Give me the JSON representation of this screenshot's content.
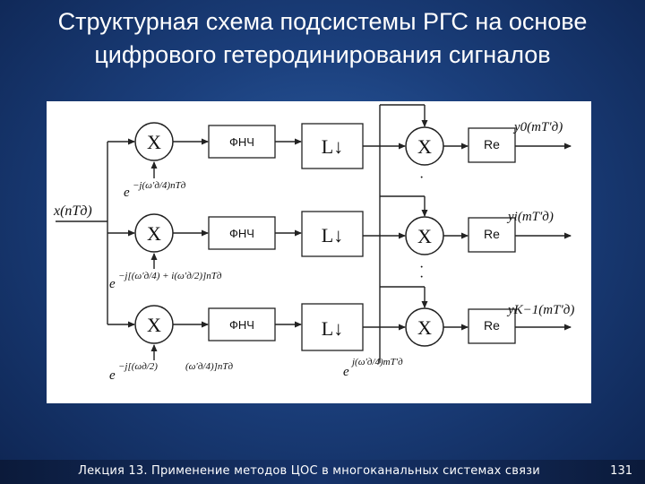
{
  "slide": {
    "title_line1": "Структурная схема подсистемы РГС на основе",
    "title_line2": "цифрового гетеродинирования сигналов",
    "footer": "Лекция 13. Применение методов ЦОС в многоканальных системах связи",
    "page_number": "131"
  },
  "diagram": {
    "input_label": "x(nTд)",
    "multiply_symbol": "X",
    "filter_label": "ФНЧ",
    "decimator_label": "L↓",
    "real_part_label": "Re",
    "outputs": [
      "y0(mT′д)",
      "yi(mT′д)",
      "yK−1(mT′д)"
    ],
    "osc_top": [
      "e",
      "−j(ω′д/4)nTд"
    ],
    "osc_mid": [
      "e",
      "−j[(ω′д/4) + i(ω′д/2)]nTд"
    ],
    "osc_bot": [
      "e",
      "−j[(ωд/2)",
      "(ω′д/4)]nTд"
    ],
    "osc_right": [
      "e",
      "j(ω′д/4)mT′д"
    ],
    "ellipsis": "·"
  }
}
